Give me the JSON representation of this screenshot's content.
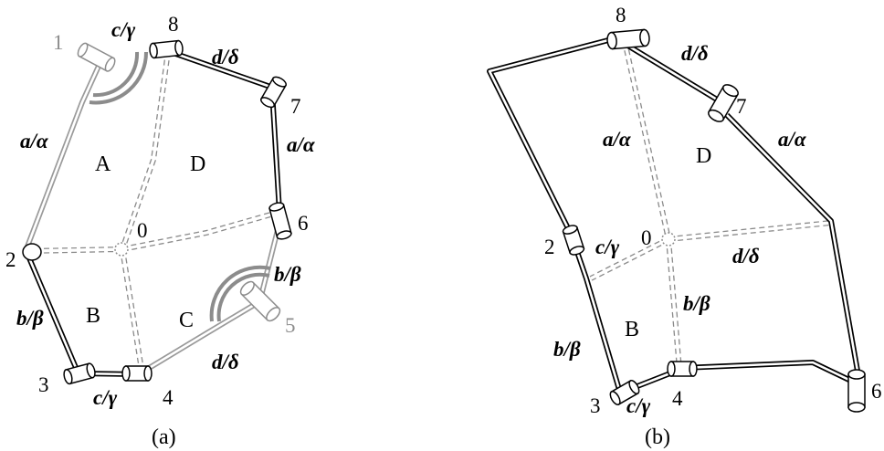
{
  "panel_a": {
    "caption": "(a)",
    "nodes": {
      "n1": "1",
      "n8": "8",
      "n7": "7",
      "n6": "6",
      "n2": "2",
      "n0": "0",
      "n5": "5",
      "n3": "3",
      "n4": "4"
    },
    "faces": {
      "A": "A",
      "D": "D",
      "B": "B",
      "C": "C"
    },
    "params": {
      "c_gamma_top": "c/γ",
      "d_delta_top": "d/δ",
      "a_alpha_left": "a/α",
      "a_alpha_right": "a/α",
      "b_beta_left": "b/β",
      "b_beta_right": "b/β",
      "d_delta_bottom": "d/δ",
      "c_gamma_bottom": "c/γ"
    }
  },
  "panel_b": {
    "caption": "(b)",
    "nodes": {
      "n8": "8",
      "n7": "7",
      "n2": "2",
      "n0": "0",
      "n3": "3",
      "n4": "4",
      "n6": "6"
    },
    "faces": {
      "D": "D",
      "B": "B"
    },
    "params": {
      "d_delta_top": "d/δ",
      "a_alpha_center": "a/α",
      "a_alpha_right": "a/α",
      "c_gamma_mid": "c/γ",
      "d_delta_mid": "d/δ",
      "b_beta_center": "b/β",
      "b_beta_left": "b/β",
      "c_gamma_bottom": "c/γ"
    }
  },
  "colors": {
    "link": "#000000",
    "link_light": "#9a9a9a",
    "fill": "#ffffff"
  }
}
